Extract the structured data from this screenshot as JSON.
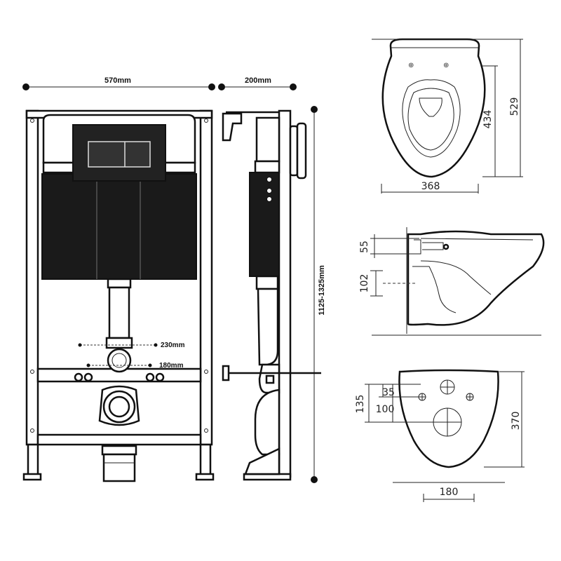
{
  "front_view": {
    "width_label": "570mm",
    "pipe_spacing_wide": "230mm",
    "pipe_spacing_narrow": "180mm"
  },
  "side_view": {
    "depth_label": "200mm",
    "height_label": "1125-1325mm"
  },
  "bowl_top_view": {
    "width": "368",
    "length_inner": "434",
    "length_outer": "529"
  },
  "bowl_side_view": {
    "dim_upper": "55",
    "dim_lower": "102"
  },
  "bowl_back_view": {
    "dim_a": "35",
    "dim_b": "100",
    "dim_c": "135",
    "height": "370",
    "width": "180"
  }
}
